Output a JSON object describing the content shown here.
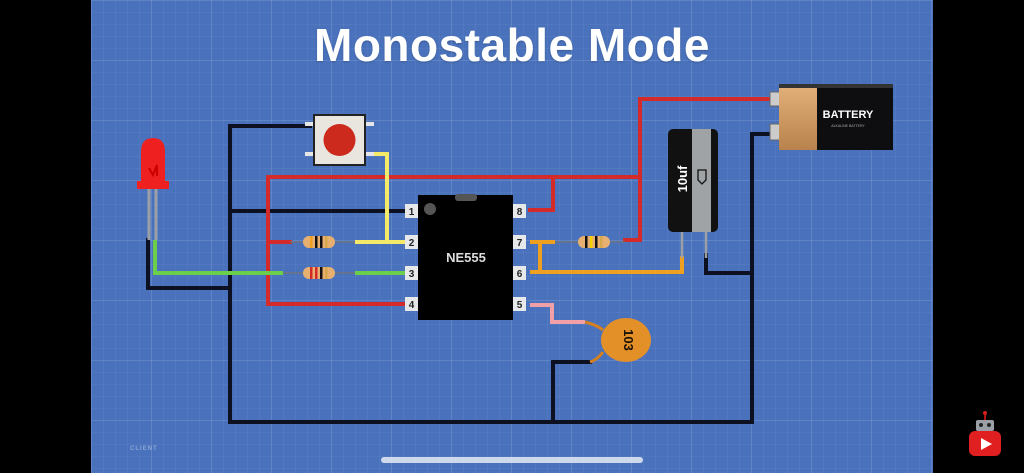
{
  "title": "Monostable Mode",
  "footer_label": "CLIENT",
  "colors": {
    "background": "#4a72bc",
    "wire_black": "#0d1020",
    "wire_red": "#d42a2a",
    "wire_yellow": "#f5e96a",
    "wire_green": "#6ccf4c",
    "wire_orange": "#f0a020",
    "wire_pink": "#f2a0a8"
  },
  "components": {
    "ic": {
      "label": "NE555",
      "pins_left": [
        "1",
        "2",
        "3",
        "4"
      ],
      "pins_right": [
        "8",
        "7",
        "6",
        "5"
      ]
    },
    "battery": {
      "label": "BATTERY",
      "sublabel": "ALKALINE BATTERY"
    },
    "electrolytic_capacitor": {
      "label": "10uf"
    },
    "ceramic_capacitor": {
      "label": "103"
    },
    "led": {
      "color": "red"
    },
    "push_button": {
      "color": "red"
    },
    "resistors": [
      {
        "name": "resistor-pin2",
        "bands": [
          "#f0a020",
          "#111",
          "#111",
          "#d4a84c"
        ]
      },
      {
        "name": "resistor-pin3",
        "bands": [
          "#d42a2a",
          "#d42a2a",
          "#111",
          "#d4a84c"
        ]
      },
      {
        "name": "resistor-pin7",
        "bands": [
          "#111",
          "#f5d000",
          "#111",
          "#d4a84c"
        ]
      }
    ]
  }
}
